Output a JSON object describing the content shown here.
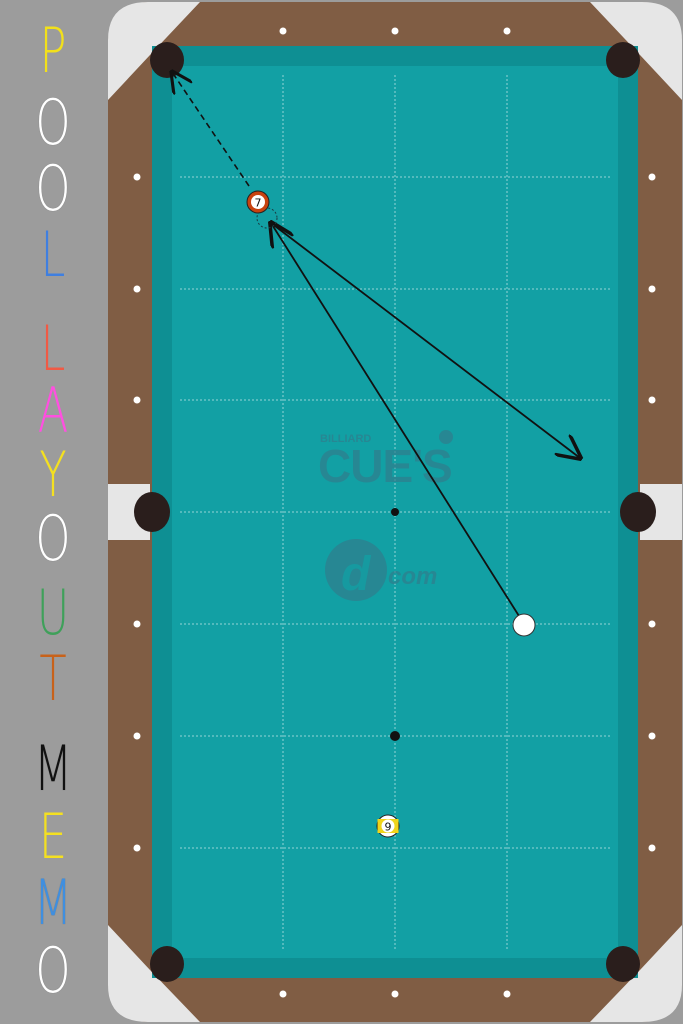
{
  "app": {
    "title_words": [
      {
        "letters": [
          {
            "char": "P",
            "color": "#f2e01a"
          },
          {
            "char": "O",
            "color": "#ffffff"
          },
          {
            "char": "O",
            "color": "#ffffff"
          },
          {
            "char": "L",
            "color": "#3f7fe0"
          }
        ]
      },
      {
        "letters": [
          {
            "char": "L",
            "color": "#f05a45"
          },
          {
            "char": "A",
            "color": "#ff4fe0"
          },
          {
            "char": "Y",
            "color": "#f4e020"
          },
          {
            "char": "O",
            "color": "#ffffff"
          },
          {
            "char": "U",
            "color": "#3fa05a"
          },
          {
            "char": "T",
            "color": "#c8621a"
          }
        ]
      },
      {
        "letters": [
          {
            "char": "M",
            "color": "#111111"
          },
          {
            "char": "E",
            "color": "#f4e020"
          },
          {
            "char": "M",
            "color": "#3f8fe0"
          },
          {
            "char": "O",
            "color": "#ffffff"
          }
        ]
      }
    ]
  },
  "watermark": {
    "small": "BILLIARD",
    "big": "CUE'S",
    "logo_glyph": "d",
    "logo_text": "com"
  },
  "colors": {
    "felt": "#12a0a4",
    "rail": "#805d44",
    "corner_plate": "#e8e8e8",
    "pocket": "#2a1e1c",
    "diamond": "#ffffff",
    "watermark": "#2f7f8e"
  },
  "balls": [
    {
      "id": "cue-ball",
      "label": "",
      "kind": "cue"
    },
    {
      "id": "ball-7",
      "label": "7",
      "kind": "object",
      "color": "#c8420f"
    },
    {
      "id": "ball-9",
      "label": "9",
      "kind": "object",
      "color": "#f0d41a"
    }
  ],
  "spots": [
    "center-spot",
    "foot-spot"
  ]
}
